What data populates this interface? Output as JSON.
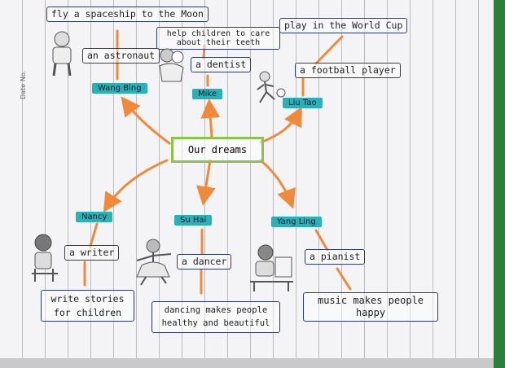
{
  "center": "Our dreams",
  "people": {
    "wang_bing": "Wang Bing",
    "mike": "Mike",
    "liu_tao": "Liu Tao",
    "nancy": "Nancy",
    "su_hai": "Su Hai",
    "yang_ling": "Yang Ling"
  },
  "jobs": {
    "wang_bing": "an astronaut",
    "mike": "a dentist",
    "liu_tao": "a football player",
    "nancy": "a writer",
    "su_hai": "a dancer",
    "yang_ling": "a pianist"
  },
  "dreams": {
    "wang_bing": "fly a spaceship to the Moon",
    "mike": "help children to care about their teeth",
    "liu_tao": "play in the World Cup",
    "nancy": "write stories for children",
    "su_hai": "dancing makes people healthy and beautiful",
    "yang_ling": "music makes people happy"
  },
  "page_labels": {
    "no": "No.",
    "date": "Date"
  },
  "colors": {
    "arrow": "#ef8a3a",
    "highlight": "#2ab1b7",
    "box": "#2d3a7a",
    "center_border": "#8bc34a"
  }
}
